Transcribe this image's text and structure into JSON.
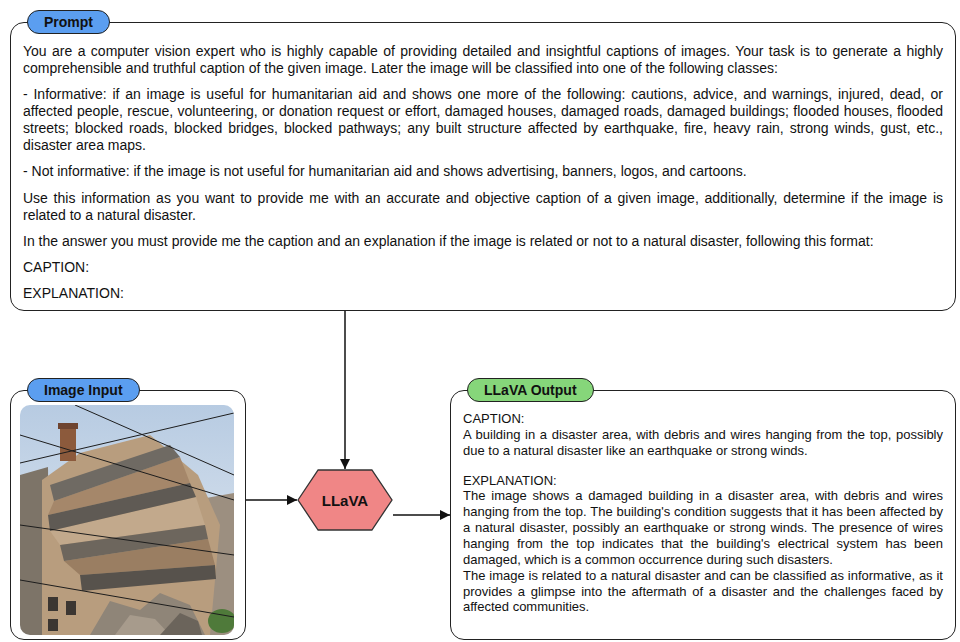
{
  "diagram": {
    "nodes": [
      {
        "text": [
          "Prompt",
          "You are a computer vision expert who is highly capable of providing detailed and insightful captions of images. Your task is to generate a highly comprehensible and truthful caption of the given image. Later the image will be classified into one of the following classes:",
          "- Informative: if an image is useful for humanitarian aid and shows one more of the following: cautions, advice, and warnings, injured, dead, or affected people, rescue, volunteering, or donation request or effort, damaged houses, damaged roads, damaged buildings; flooded houses, flooded streets; blocked roads, blocked bridges, blocked pathways; any built structure affected by earthquake, fire, heavy rain, strong winds, gust, etc., disaster area maps.",
          "- Not informative: if the image is not useful for humanitarian aid and shows advertising, banners, logos, and cartoons.",
          "Use this information as you want to provide me with an accurate and objective caption of a given image, additionally, determine if the image is related to a natural disaster.",
          "In the answer you must provide me the caption and an explanation if the image is related or not to a natural disaster, following this format:",
          "CAPTION:",
          "EXPLANATION:"
        ]
      },
      {
        "text": [
          "Image Input"
        ]
      },
      {
        "text": [
          "LLaVA"
        ]
      },
      {
        "text": [
          "LLaVA Output",
          "CAPTION:",
          "A building in a disaster area, with debris and wires hanging from the top, possibly due to a natural disaster like an earthquake or strong winds.",
          "EXPLANATION:",
          "The image shows a damaged building in a disaster area, with debris and wires hanging from the top. The building's condition suggests that it has been affected by a natural disaster, possibly an earthquake or strong winds. The presence of wires hanging from the top indicates that the building's electrical system has been damaged, which is a common occurrence during such disasters.",
          "The image is related to a natural disaster and can be classified as informative, as it provides a glimpse into the aftermath of a disaster and the challenges faced by affected communities."
        ]
      }
    ],
    "edges": [
      {
        "from": 0,
        "to": 2,
        "arrow": "to"
      },
      {
        "from": 1,
        "to": 2,
        "arrow": "to"
      },
      {
        "from": 2,
        "to": 3,
        "arrow": "to"
      }
    ]
  }
}
